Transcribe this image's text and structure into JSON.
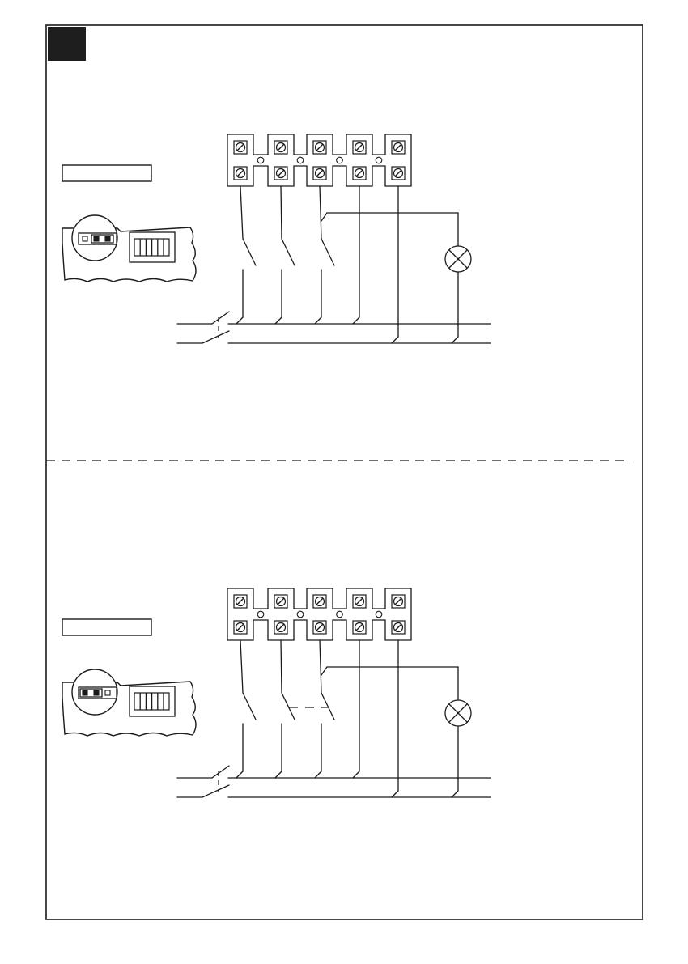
{
  "page": {
    "corner_marker_color": "#1e1e1e",
    "line_color": "#1a1a1a",
    "background": "#ffffff"
  },
  "diagrams": [
    {
      "id": "upper",
      "jumper_setting": "right-pair",
      "switches_linked": false,
      "terminal_count": 5,
      "wall_switch_count": 3,
      "lamp_count": 1
    },
    {
      "id": "lower",
      "jumper_setting": "left-pair",
      "switches_linked": true,
      "terminal_count": 5,
      "wall_switch_count": 3,
      "lamp_count": 1
    }
  ],
  "icons": {
    "screw": "slotted-screw-icon",
    "lamp": "lamp-cross-icon",
    "main_switch": "double-pole-switch-icon"
  }
}
